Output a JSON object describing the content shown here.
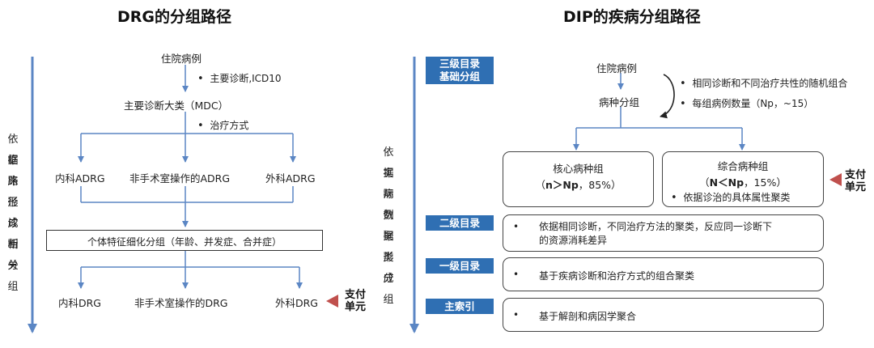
{
  "drg": {
    "title": "DRG的分组路径",
    "side_chars": [
      "依据",
      "临床",
      "路径",
      "形成",
      "诊断",
      "相关",
      "分组"
    ],
    "start": "住院病例",
    "bullet1": "主要诊断,ICD10",
    "mdc": "主要诊断大类（MDC）",
    "bullet2": "治疗方式",
    "adrg": [
      "内科ADRG",
      "非手术室操作的ADRG",
      "外科ADRG"
    ],
    "refine": "个体特征细化分组（年龄、并发症、合并症）",
    "drg": [
      "内科DRG",
      "非手术室操作的DRG",
      "外科DRG"
    ],
    "pay_unit": [
      "支付",
      "单元"
    ]
  },
  "dip": {
    "title": "DIP的疾病分组路径",
    "side_chars": [
      "依据",
      "实际",
      "病例",
      "数据",
      "聚类",
      "形成",
      "分组"
    ],
    "level3_label": [
      "三级目录",
      "基础分组"
    ],
    "start": "住院病例",
    "disease_group": "病种分组",
    "right_bullets": [
      "相同诊断和不同治疗共性的随机组合",
      "每组病例数量（Np，~15）"
    ],
    "core": {
      "title": "核心病种组",
      "detail_pre": "（",
      "detail_bold": "n＞Np",
      "detail_post": "，85%）"
    },
    "comp": {
      "title": "综合病种组",
      "detail_pre": "（",
      "detail_bold": "N＜Np",
      "detail_post": "，15%）",
      "bullet": "依据诊治的具体属性聚类"
    },
    "pay_unit": [
      "支付",
      "单元"
    ],
    "levels": [
      {
        "label": "二级目录",
        "lines": [
          "依据相同诊断，不同治疗方法的聚类，反应同一诊断下",
          "的资源消耗差异"
        ]
      },
      {
        "label": "一级目录",
        "lines": [
          "基于疾病诊断和治疗方式的组合聚类"
        ]
      },
      {
        "label": "主索引",
        "lines": [
          "基于解剖和病因学聚合"
        ]
      }
    ]
  }
}
